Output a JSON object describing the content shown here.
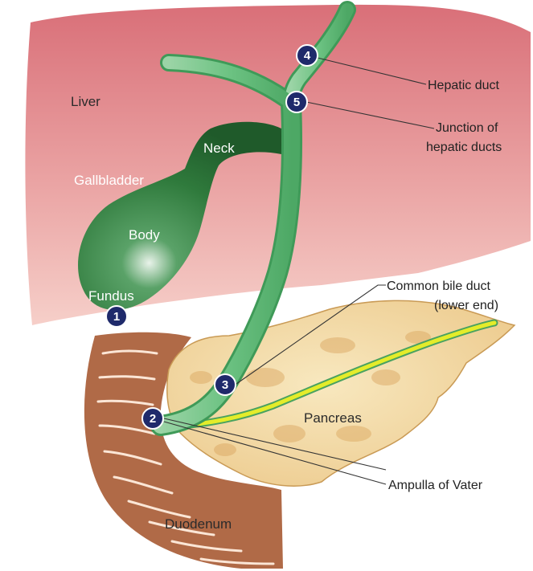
{
  "colors": {
    "liver": "#e48e8e",
    "gallbladder": "#2e7d3a",
    "bile_duct": "#66c27c",
    "pancreatic_duct": "#e4ec2a",
    "pancreas": "#f2dca6",
    "duodenum": "#b06a47",
    "marker": "#1f2a6b"
  },
  "organ_labels": {
    "liver": "Liver",
    "gallbladder": "Gallbladder",
    "neck": "Neck",
    "body": "Body",
    "fundus": "Fundus",
    "pancreas": "Pancreas",
    "duodenum": "Duodenum"
  },
  "markers": [
    "1",
    "2",
    "3",
    "4",
    "5"
  ],
  "callouts": {
    "hepatic_duct": "Hepatic duct",
    "junction_line1": "Junction of",
    "junction_line2": "hepatic ducts",
    "cbd_line1": "Common bile duct",
    "cbd_line2": "(lower end)",
    "ampulla": "Ampulla of Vater"
  }
}
